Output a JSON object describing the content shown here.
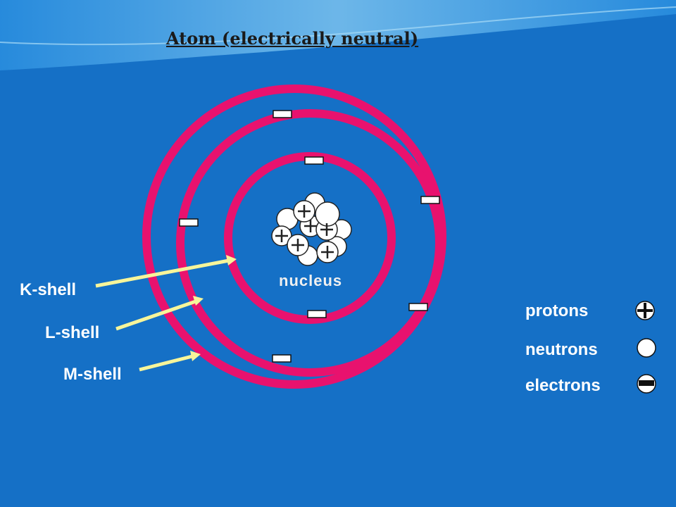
{
  "title": "Atom (electrically neutral)",
  "nucleus_label": "nucleus",
  "shells": [
    {
      "label": "K-shell"
    },
    {
      "label": "L-shell"
    },
    {
      "label": "M-shell"
    }
  ],
  "legend": {
    "protons": "protons",
    "neutrons": "neutrons",
    "electrons": "electrons"
  },
  "colors": {
    "background": "#1570c6",
    "orbit": "#e8126e",
    "arrow": "#f7f59a",
    "particle": "#ffffff",
    "title": "#1a1a1a"
  },
  "electron_symbol": "−",
  "proton_symbol": "+"
}
